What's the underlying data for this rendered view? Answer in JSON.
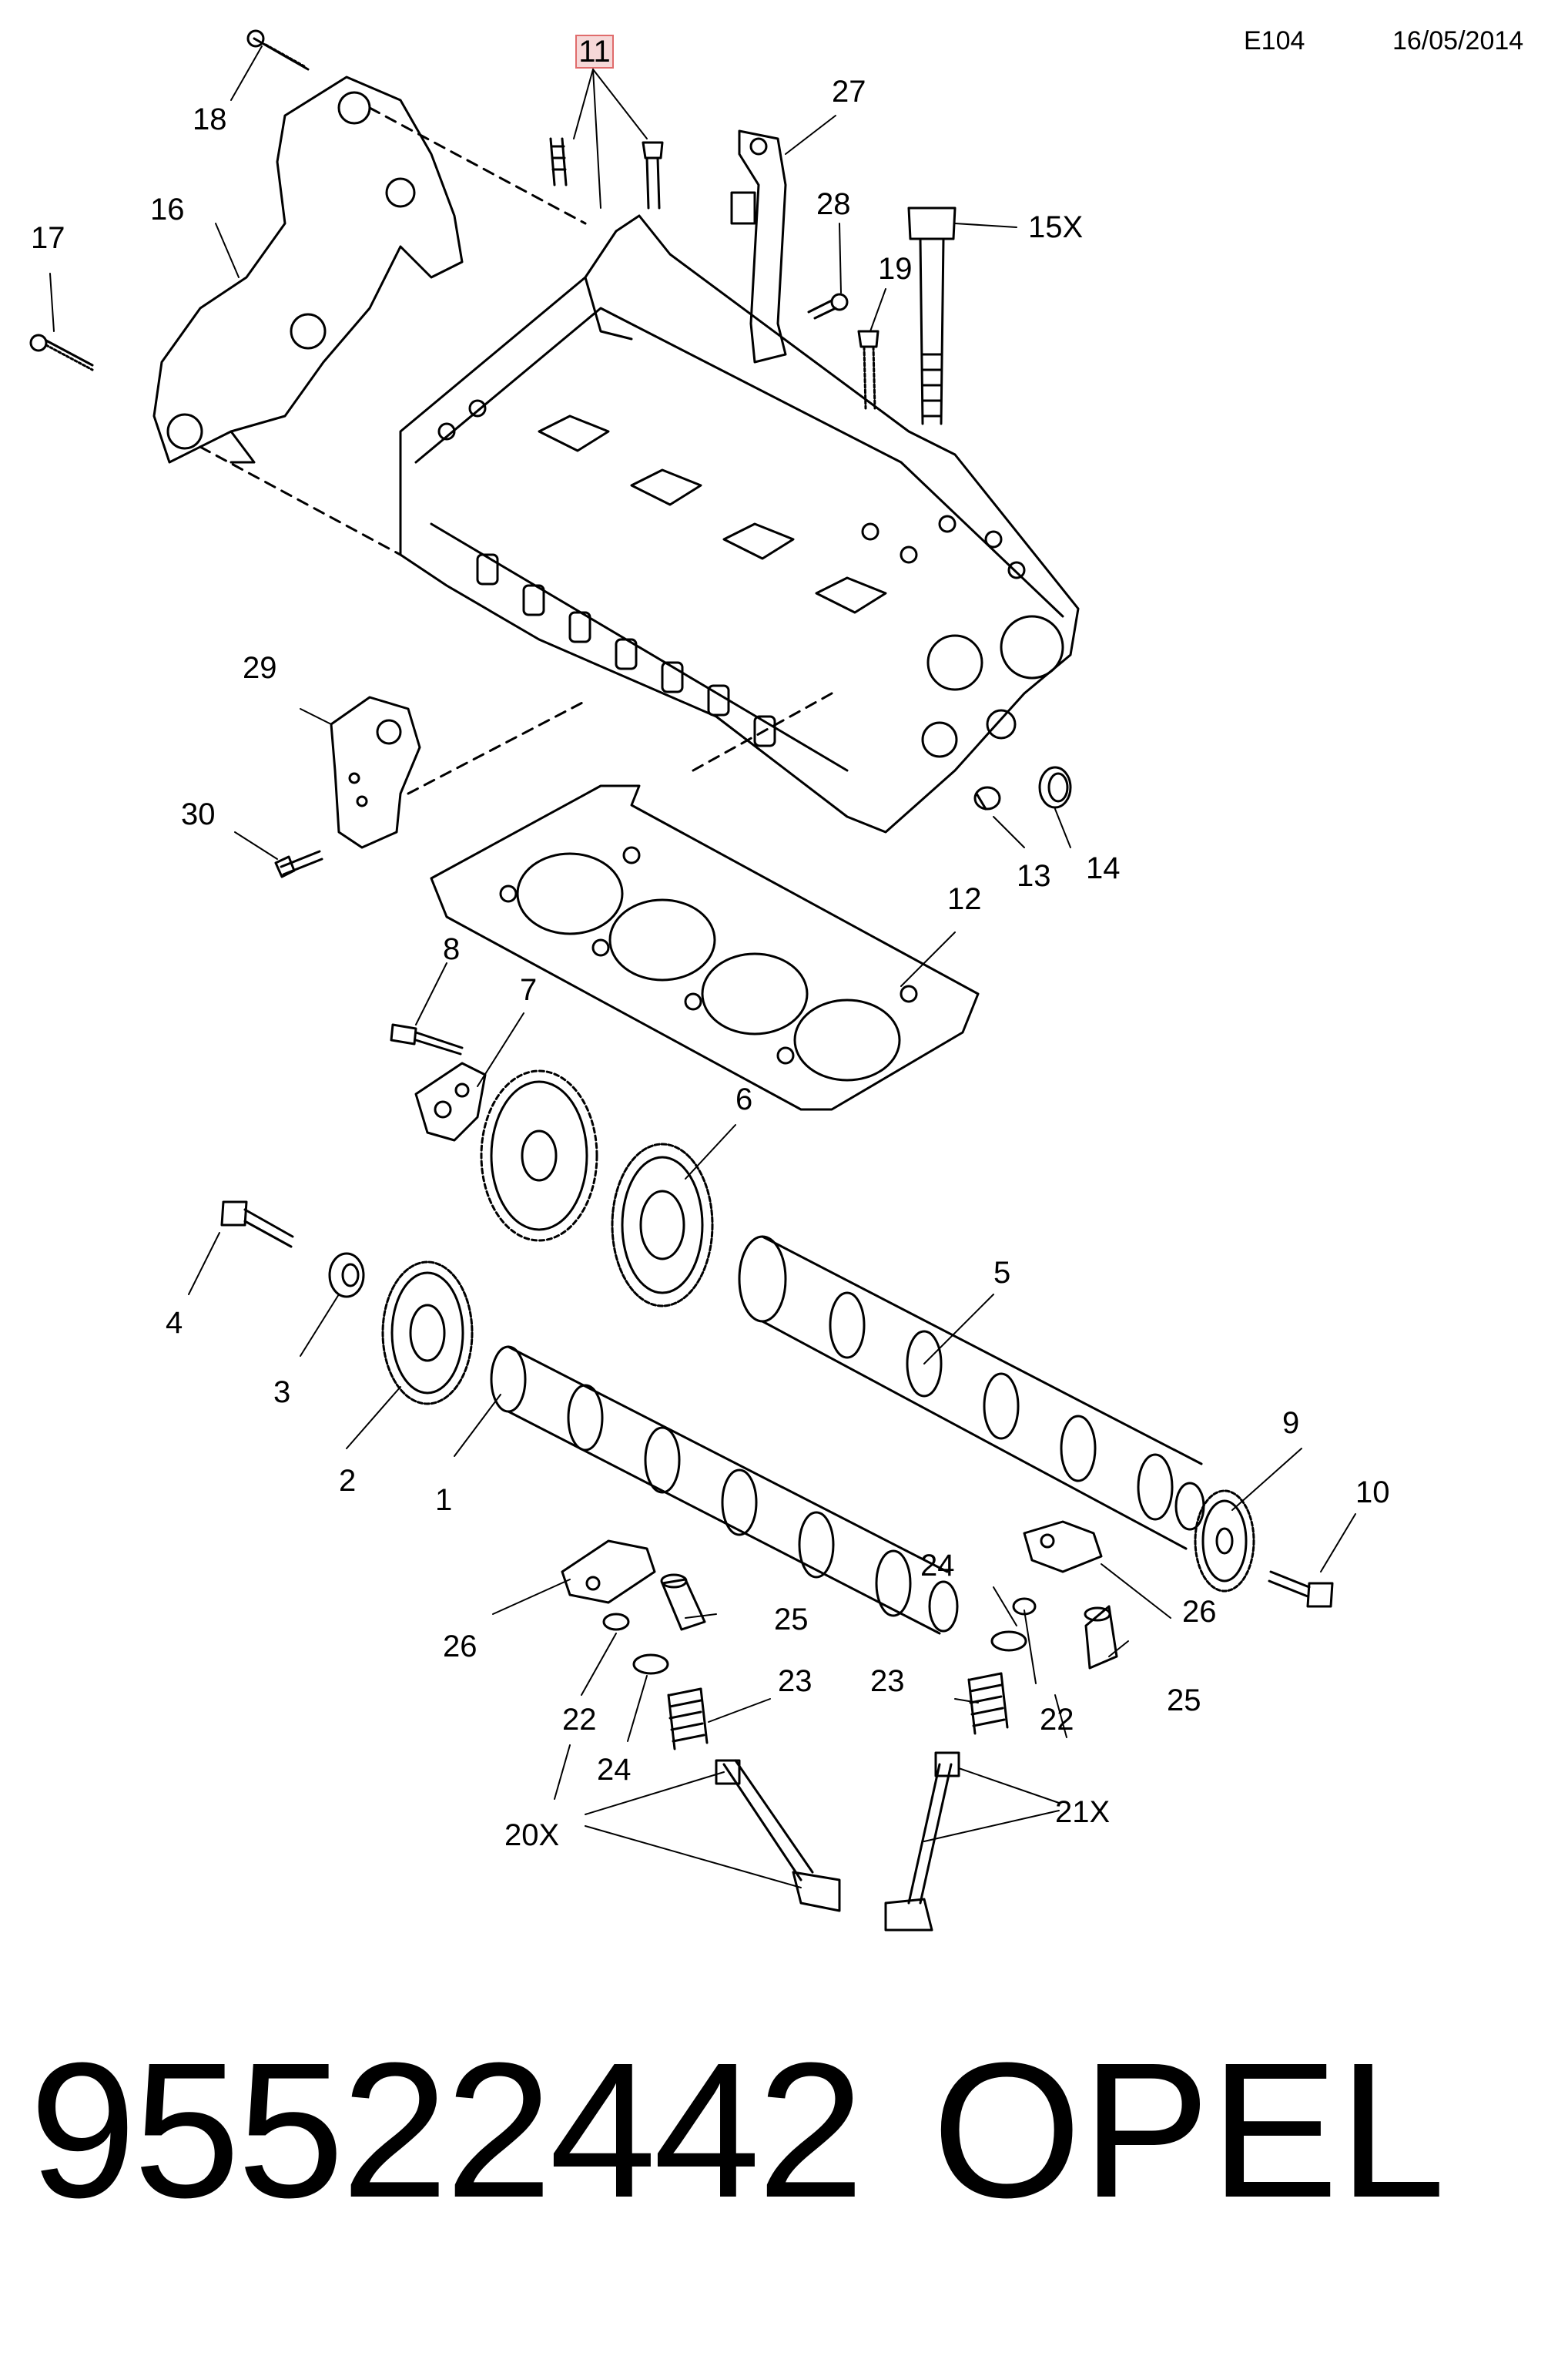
{
  "header": {
    "code": "E104",
    "date": "16/05/2014"
  },
  "footer": {
    "part_number": "95522442",
    "brand": "OPEL"
  },
  "highlight_color": "#e06c6c",
  "callouts": {
    "c1": "1",
    "c2": "2",
    "c3": "3",
    "c4": "4",
    "c5": "5",
    "c6": "6",
    "c7": "7",
    "c8": "8",
    "c9": "9",
    "c10": "10",
    "c11": "11",
    "c12": "12",
    "c13": "13",
    "c14": "14",
    "c15": "15X",
    "c16": "16",
    "c17": "17",
    "c18": "18",
    "c19": "19",
    "c20": "20X",
    "c21": "21X",
    "c22a": "22",
    "c22b": "22",
    "c23a": "23",
    "c23b": "23",
    "c24a": "24",
    "c24b": "24",
    "c25a": "25",
    "c25b": "25",
    "c26a": "26",
    "c26b": "26",
    "c27": "27",
    "c28": "28",
    "c29": "29",
    "c30": "30"
  }
}
